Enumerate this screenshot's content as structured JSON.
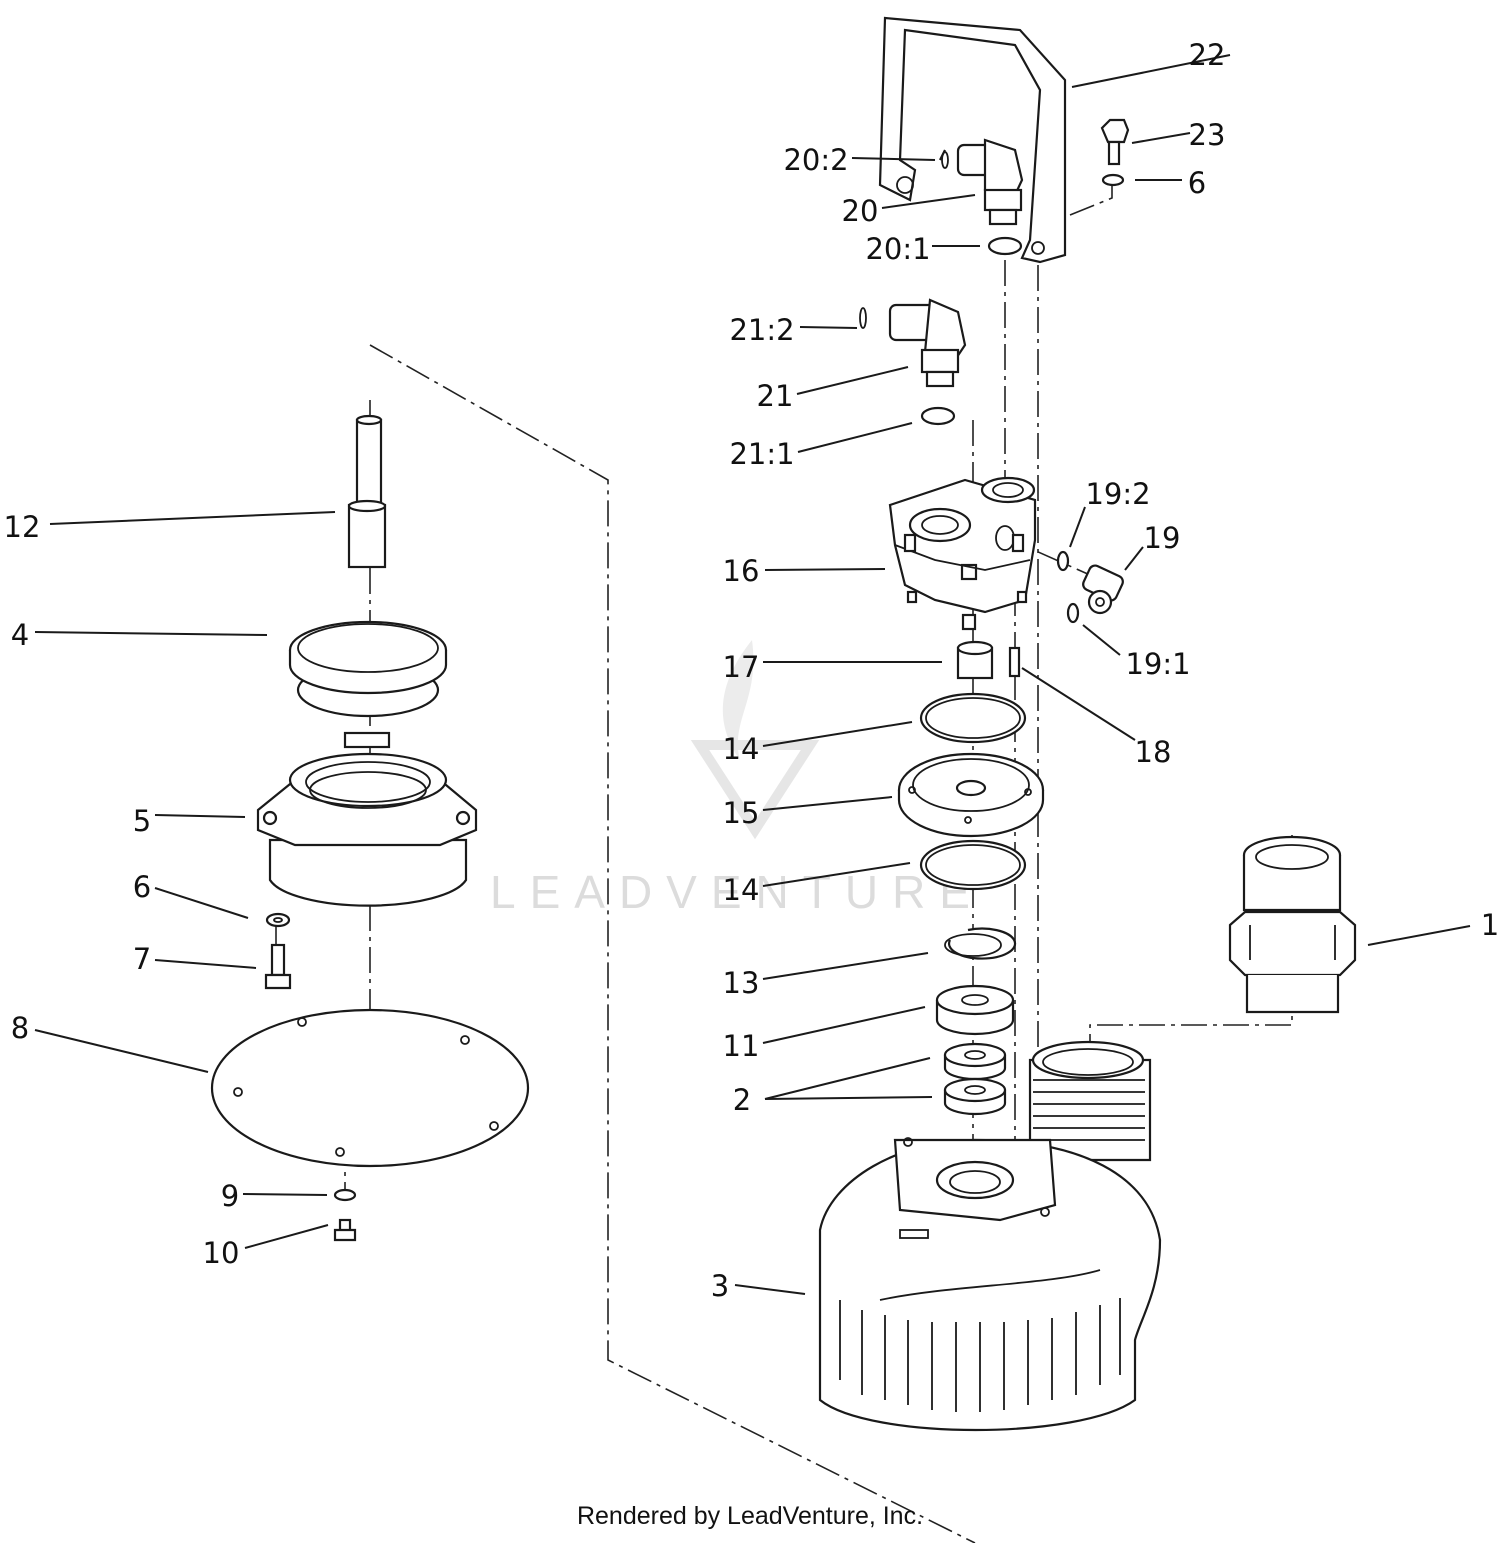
{
  "callouts": [
    {
      "id": "c1",
      "text": "1"
    },
    {
      "id": "c2",
      "text": "2"
    },
    {
      "id": "c3",
      "text": "3"
    },
    {
      "id": "c4",
      "text": "4"
    },
    {
      "id": "c5",
      "text": "5"
    },
    {
      "id": "c6a",
      "text": "6"
    },
    {
      "id": "c6b",
      "text": "6"
    },
    {
      "id": "c7",
      "text": "7"
    },
    {
      "id": "c8",
      "text": "8"
    },
    {
      "id": "c9",
      "text": "9"
    },
    {
      "id": "c10",
      "text": "10"
    },
    {
      "id": "c11",
      "text": "11"
    },
    {
      "id": "c12",
      "text": "12"
    },
    {
      "id": "c13",
      "text": "13"
    },
    {
      "id": "c14a",
      "text": "14"
    },
    {
      "id": "c14b",
      "text": "14"
    },
    {
      "id": "c15",
      "text": "15"
    },
    {
      "id": "c16",
      "text": "16"
    },
    {
      "id": "c17",
      "text": "17"
    },
    {
      "id": "c18",
      "text": "18"
    },
    {
      "id": "c19",
      "text": "19"
    },
    {
      "id": "c19_1",
      "text": "19:1"
    },
    {
      "id": "c19_2",
      "text": "19:2"
    },
    {
      "id": "c20",
      "text": "20"
    },
    {
      "id": "c20_1",
      "text": "20:1"
    },
    {
      "id": "c20_2",
      "text": "20:2"
    },
    {
      "id": "c21",
      "text": "21"
    },
    {
      "id": "c21_1",
      "text": "21:1"
    },
    {
      "id": "c21_2",
      "text": "21:2"
    },
    {
      "id": "c22",
      "text": "22"
    },
    {
      "id": "c23",
      "text": "23"
    }
  ],
  "watermark": {
    "text": "LEADVENTURE"
  },
  "footer": {
    "text": "Rendered by LeadVenture, Inc."
  }
}
